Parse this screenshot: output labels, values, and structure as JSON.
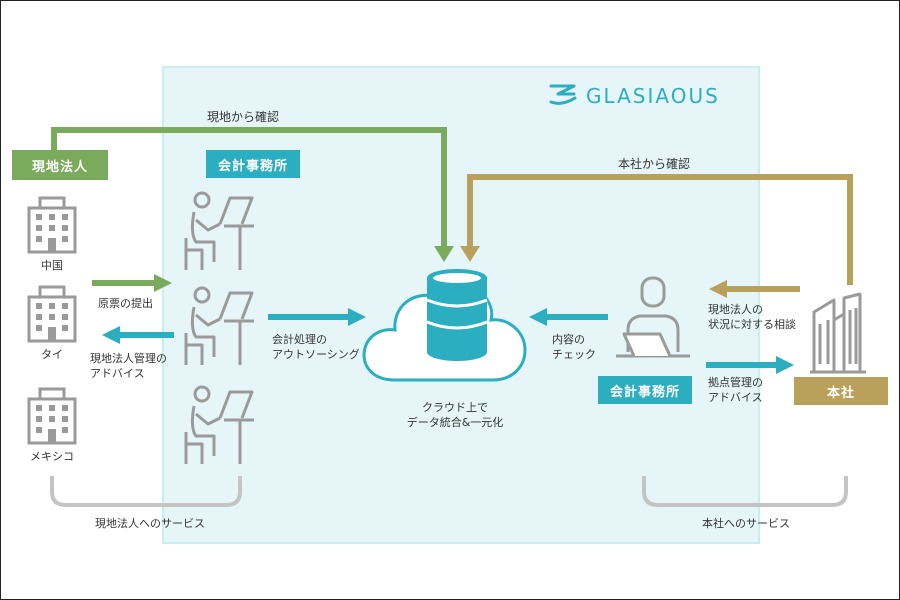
{
  "brand": {
    "name": "GLASIAOUS",
    "color": "#2aaec0"
  },
  "colors": {
    "green": "#7aab5c",
    "gold": "#b9a15c",
    "teal": "#2aaec0",
    "gray_icon": "#9a9a9a",
    "bracket": "#c4c4c4"
  },
  "tags": {
    "local_entity": "現地法人",
    "accounting_office_left": "会計事務所",
    "accounting_office_right": "会計事務所",
    "headquarters": "本社"
  },
  "flows": {
    "confirm_local": "現地から確認",
    "confirm_hq": "本社から確認",
    "voucher_submit": "原票の提出",
    "local_advice_1": "現地法人管理の",
    "local_advice_2": "アドバイス",
    "outsourcing_1": "会計処理の",
    "outsourcing_2": "アウトソーシング",
    "check_1": "内容の",
    "check_2": "チェック",
    "consult_1": "現地法人の",
    "consult_2": "状況に対する相談",
    "hub_advice_1": "拠点管理の",
    "hub_advice_2": "アドバイス"
  },
  "cloud": {
    "line1": "クラウド上で",
    "line2": "データ統合&一元化"
  },
  "locations": [
    "中国",
    "タイ",
    "メキシコ"
  ],
  "services": {
    "local": "現地法人へのサービス",
    "hq": "本社へのサービス"
  },
  "icons": [
    "office-building-icon",
    "worker-desk-icon",
    "database-icon",
    "cloud-icon",
    "laptop-person-icon",
    "skyscraper-icon"
  ]
}
